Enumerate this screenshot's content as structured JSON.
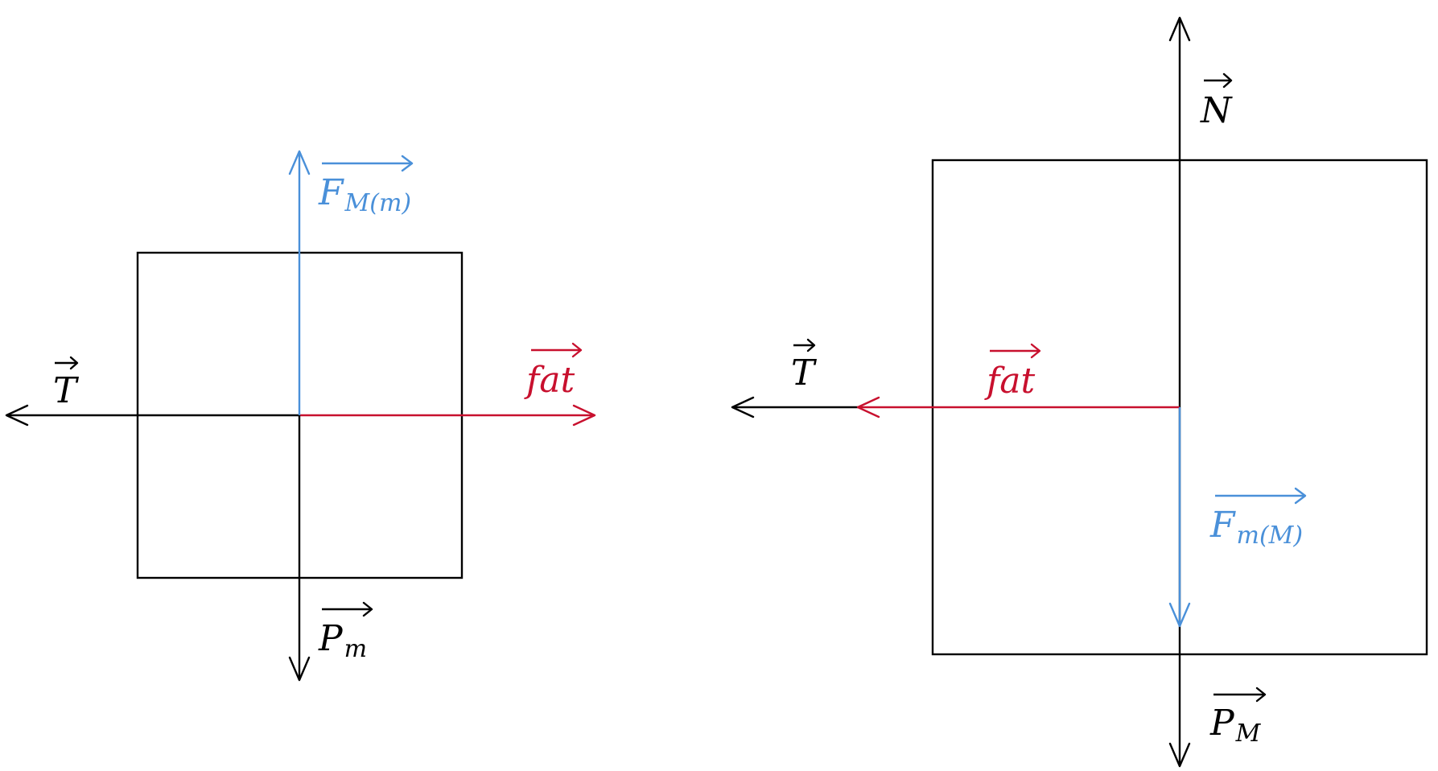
{
  "colors": {
    "black": "#000000",
    "blue": "#4a90d9",
    "red": "#c8102e"
  },
  "left_body": {
    "labels": {
      "tension": {
        "main": "T",
        "sub": ""
      },
      "normal_force": {
        "main": "F",
        "sub": "M(m)"
      },
      "friction": {
        "main": "fat",
        "sub": ""
      },
      "weight": {
        "main": "P",
        "sub": "m"
      }
    }
  },
  "right_body": {
    "labels": {
      "normal": {
        "main": "N",
        "sub": ""
      },
      "tension": {
        "main": "T",
        "sub": ""
      },
      "friction": {
        "main": "fat",
        "sub": ""
      },
      "normal_force": {
        "main": "F",
        "sub": "m(M)"
      },
      "weight": {
        "main": "P",
        "sub": "M"
      }
    }
  }
}
